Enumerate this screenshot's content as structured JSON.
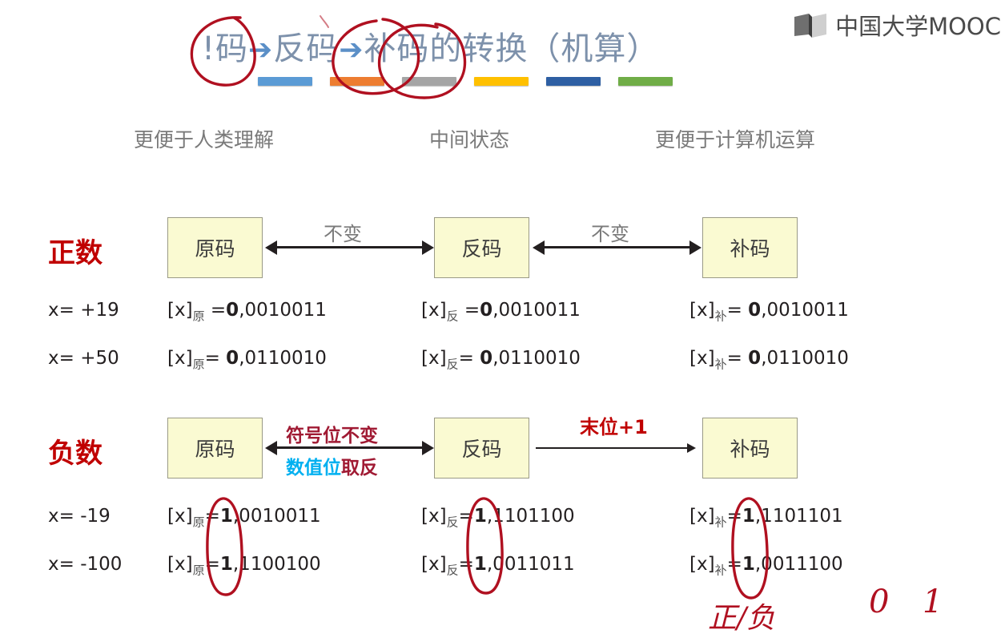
{
  "brand": {
    "logo_text": "中国大学MOOC",
    "logo_icon": "book-mark-icon"
  },
  "title": {
    "part_src": "!码",
    "arrow1": "➔",
    "part_ones": "反码",
    "arrow2": "➔",
    "part_twos": "补码",
    "tail": "的转换（机算）"
  },
  "decor_bars": [
    {
      "name": "bar-blue",
      "color": "#5b9bd5"
    },
    {
      "name": "bar-orange",
      "color": "#ed7d31"
    },
    {
      "name": "bar-gray",
      "color": "#a5a5a5"
    },
    {
      "name": "bar-yellow",
      "color": "#ffc000"
    },
    {
      "name": "bar-darkblue",
      "color": "#2e5fa3"
    },
    {
      "name": "bar-green",
      "color": "#70ad47"
    }
  ],
  "captions": [
    "更便于人类理解",
    "中间状态",
    "更便于计算机运算"
  ],
  "rows": {
    "positive": {
      "label": "正数",
      "boxes": [
        "原码",
        "反码",
        "补码"
      ],
      "arrow_labels": [
        "不变",
        "不变"
      ],
      "entries": [
        {
          "x": "x= +19",
          "cells": [
            {
              "prefix": "[x]",
              "sub": "原",
              "eq": " =",
              "sign": "0",
              "rest": ",0010011"
            },
            {
              "prefix": "[x]",
              "sub": "反",
              "eq": " =",
              "sign": "0",
              "rest": ",0010011"
            },
            {
              "prefix": "[x]",
              "sub": "补",
              "eq": "= ",
              "sign": "0",
              "rest": ",0010011"
            }
          ]
        },
        {
          "x": "x= +50",
          "cells": [
            {
              "prefix": "[x]",
              "sub": "原",
              "eq": "= ",
              "sign": "0",
              "rest": ",0110010"
            },
            {
              "prefix": "[x]",
              "sub": "反",
              "eq": "= ",
              "sign": "0",
              "rest": ",0110010"
            },
            {
              "prefix": "[x]",
              "sub": "补",
              "eq": "= ",
              "sign": "0",
              "rest": ",0110010"
            }
          ]
        }
      ]
    },
    "negative": {
      "label": "负数",
      "boxes": [
        "原码",
        "反码",
        "补码"
      ],
      "arrow_label_top": "符号位不变",
      "arrow_label_bottom_cyan": "数值位",
      "arrow_label_bottom_red": "取反",
      "arrow_label_right": "末位+1",
      "entries": [
        {
          "x": "x= -19",
          "cells": [
            {
              "prefix": "[x]",
              "sub": "原",
              "eq": "=",
              "sign": "1",
              "rest": ",0010011"
            },
            {
              "prefix": "[x]",
              "sub": "反",
              "eq": "=",
              "sign": "1",
              "rest": ",1101100"
            },
            {
              "prefix": "[x]",
              "sub": "补",
              "eq": "=",
              "sign": "1",
              "rest": ",1101101"
            }
          ]
        },
        {
          "x": "x= -100",
          "cells": [
            {
              "prefix": "[x]",
              "sub": "原",
              "eq": "=",
              "sign": "1",
              "rest": ",1100100"
            },
            {
              "prefix": "[x]",
              "sub": "反",
              "eq": "=",
              "sign": "1",
              "rest": ",0011011"
            },
            {
              "prefix": "[x]",
              "sub": "补",
              "eq": "=",
              "sign": "1",
              "rest": ",0011100"
            }
          ]
        }
      ]
    }
  },
  "annotations": {
    "ink_color": "#b01020",
    "handwritten_zhengfu": "正/负",
    "handwritten_zero": "0",
    "handwritten_one": "1",
    "circled_title_terms": [
      "!码",
      "反码",
      "补码"
    ],
    "circled_sign_bits": "1"
  }
}
